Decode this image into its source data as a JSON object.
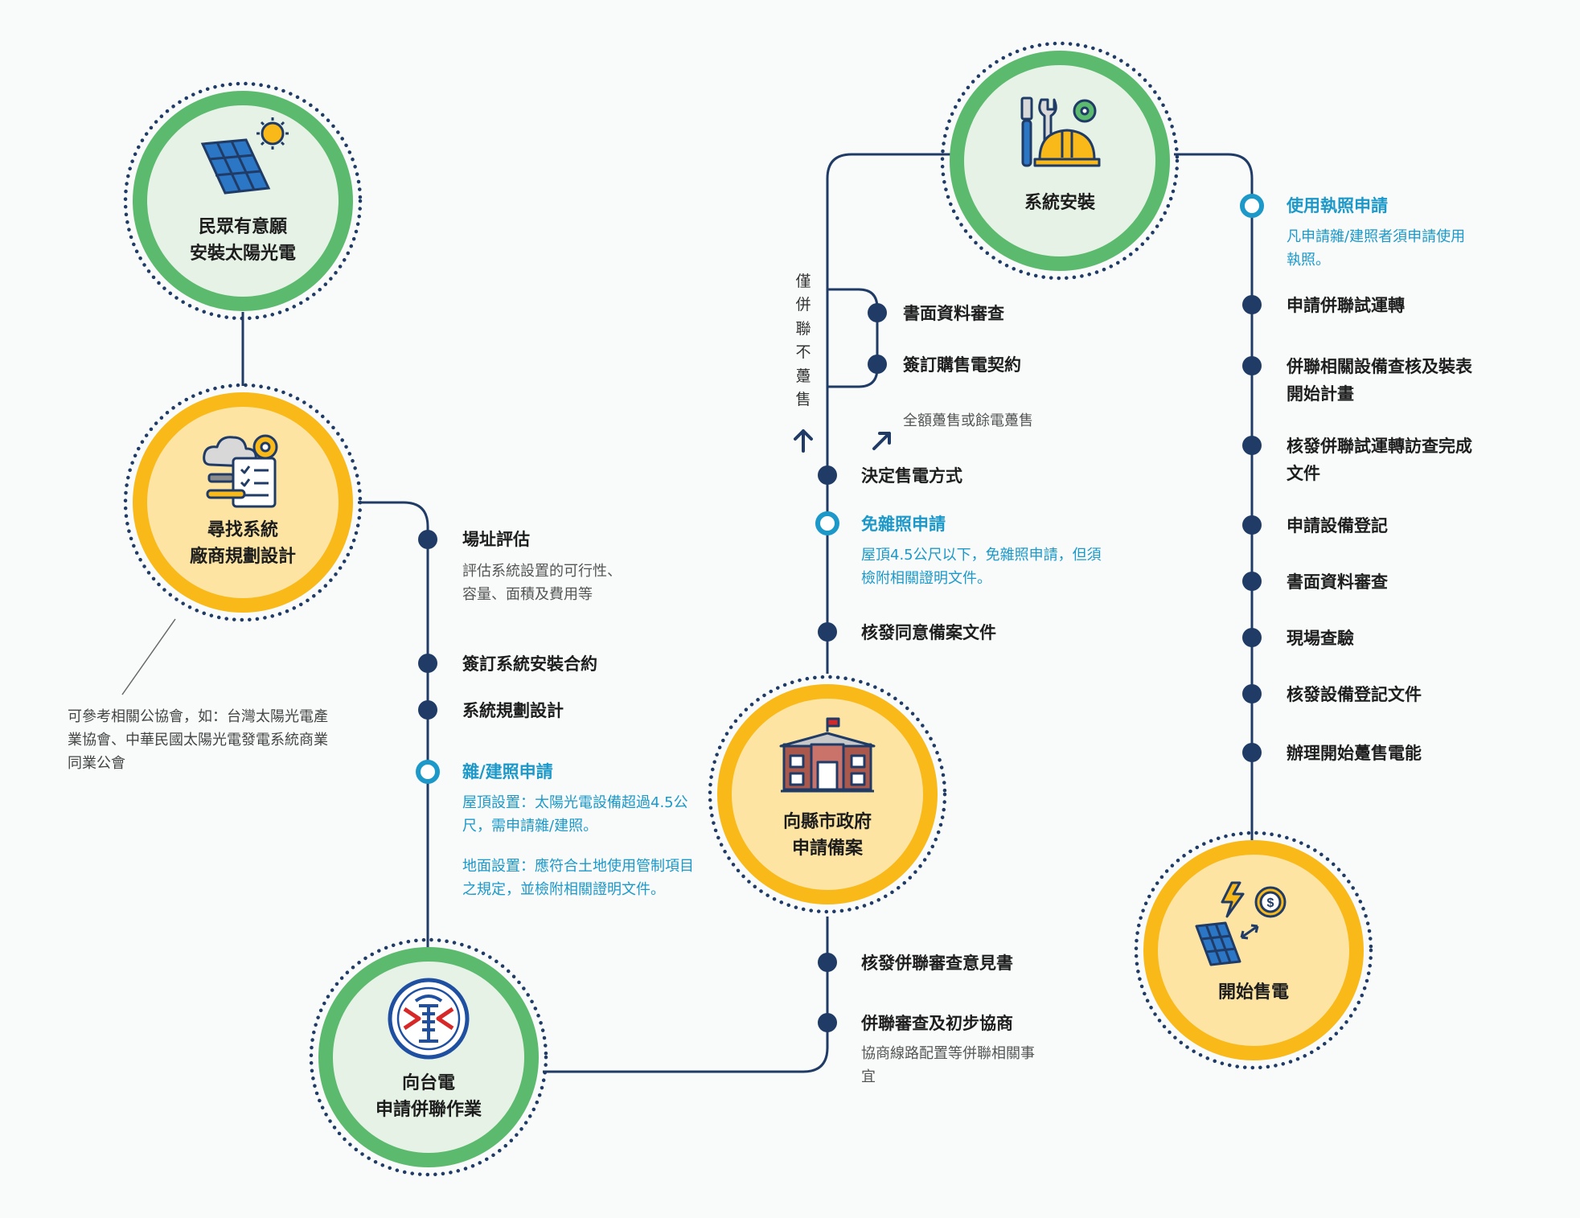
{
  "nodes": {
    "n1": "民眾有意願\n安裝太陽光電",
    "n2": "尋找系統\n廠商規劃設計",
    "n3": "向台電\n申請併聯作業",
    "n4": "向縣市政府\n申請備案",
    "n5": "系統安裝",
    "n6": "開始售電"
  },
  "note": "可參考相關公協會，如：台灣太陽光電產業協會、中華民國太陽光電發電系統商業同業公會",
  "design": {
    "site_title": "場址評估",
    "site_desc": "評估系統設置的可行性、容量、面積及費用等",
    "contract": "簽訂系統安裝合約",
    "plan": "系統規劃設計",
    "permit_title": "雜/建照申請",
    "permit_desc1": "屋頂設置：太陽光電設備超過4.5公尺，需申請雜/建照。",
    "permit_desc2": "地面設置：應符合土地使用管制項目之規定，並檢附相關證明文件。"
  },
  "taipower": {
    "opinion": "核發併聯審查意見書",
    "review": "併聯審查及初步協商",
    "review_desc": "協商線路配置等併聯相關事宜"
  },
  "county": {
    "consent": "核發同意備案文件",
    "exempt_title": "免雜照申請",
    "exempt_desc": "屋頂4.5公尺以下，免雜照申請，但須檢附相關證明文件。",
    "decide": "決定售電方式",
    "sell_mode": "全額躉售或餘電躉售",
    "only_grid": "僅併聯不躉售",
    "doc_review": "書面資料審查",
    "ppa": "簽訂購售電契約"
  },
  "install": {
    "use_permit_title": "使用執照申請",
    "use_permit_desc": "凡申請雜/建照者須申請使用執照。",
    "steps": [
      "申請併聯試運轉",
      "併聯相關設備查核及裝表開始計畫",
      "核發併聯試運轉訪查完成文件",
      "申請設備登記",
      "書面資料審查",
      "現場查驗",
      "核發設備登記文件",
      "辦理開始躉售電能"
    ]
  },
  "colors": {
    "line": "#1f3b66",
    "green": "#5cba6e",
    "green_fill": "#e5f2e5",
    "yellow": "#f9b918",
    "yellow_fill": "#fde4a3",
    "accent_blue": "#1c98c9",
    "dot_navy": "#1f3b66"
  }
}
